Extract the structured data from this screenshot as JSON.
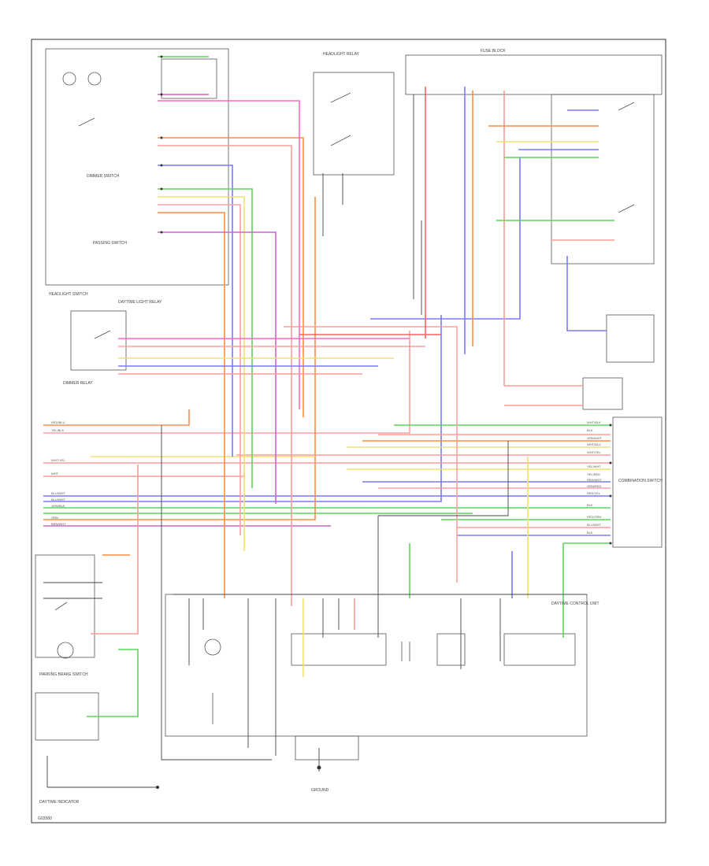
{
  "footer": {
    "code": "G03580"
  },
  "components": {
    "headlight_switch": "HEADLIGHT SWITCH",
    "dimmer_switch": "DIMMER SWITCH",
    "passing_switch": "PASSING SWITCH",
    "daytime_light_relay": "DAYTIME LIGHT RELAY",
    "headlight_relay": "HEADLIGHT RELAY",
    "combination_switch": "COMBINATION SWITCH",
    "fuse_block": "FUSE BLOCK",
    "dimmer_relay": "DIMMER RELAY",
    "parking_brake_switch": "PARKING BRAKE SWITCH",
    "daytime_indicator": "DAYTIME INDICATOR",
    "daytime_control_unit": "DAYTIME CONTROL UNIT",
    "ground_note": "GROUND"
  },
  "wire_labels": {
    "left_side": [
      "RED/BLU",
      "YEL/BLK",
      "WHT/YEL",
      "WHT",
      "BLU/WHT",
      "BLU/WHT",
      "GRN/BLK",
      "ORN",
      "BRN/WHT"
    ],
    "right_side": [
      "WHT/BLK",
      "BLK",
      "GRN/WHT",
      "WHT/BLU",
      "WHT/YEL",
      "YEL/WHT",
      "YEL/RED",
      "RED/WHT",
      "GRN/RED",
      "RED/YEL",
      "BLK",
      "RED/GRN",
      "BLU/WHT",
      "BLK"
    ]
  }
}
